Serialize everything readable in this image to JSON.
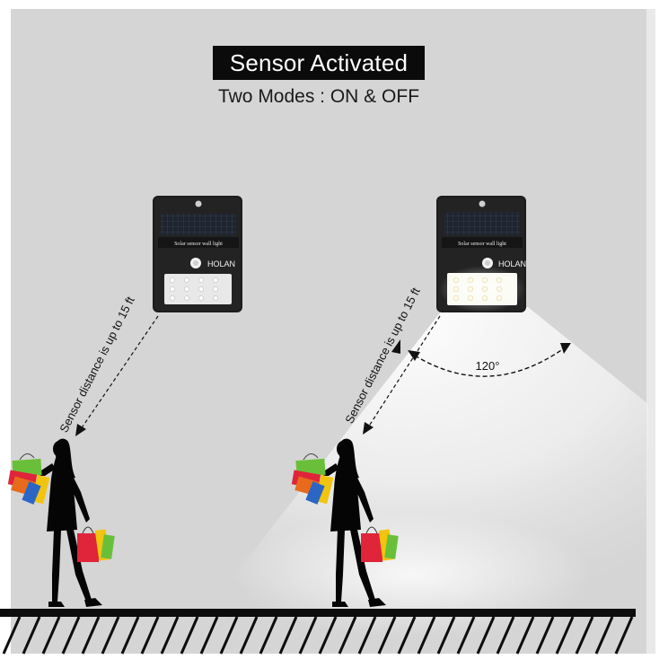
{
  "header": {
    "title": "Sensor Activated",
    "subtitle": "Two Modes : ON & OFF"
  },
  "left_scene": {
    "lamp_label": "Solar sensor wall light",
    "lamp_brand": "HOLAN",
    "distance_label": "Sensor distance is up to 15 ft",
    "light_state": "off"
  },
  "right_scene": {
    "lamp_label": "Solar sensor wall light",
    "lamp_brand": "HOLAN",
    "distance_label": "Sensor distance is up to 15 ft",
    "angle_label": "120°",
    "light_state": "on"
  },
  "colors": {
    "wall": "#d5d5d5",
    "wall_edge": "#e9e9e9",
    "title_bg": "#0b0b0b",
    "lamp_body": "#1c1c1c",
    "led": "#f4f2e6",
    "floor": "#0d0d0d",
    "bag_red": "#e0243a",
    "bag_yellow": "#f1c40f",
    "bag_green": "#6abf3a",
    "bag_blue": "#2b66c5"
  }
}
